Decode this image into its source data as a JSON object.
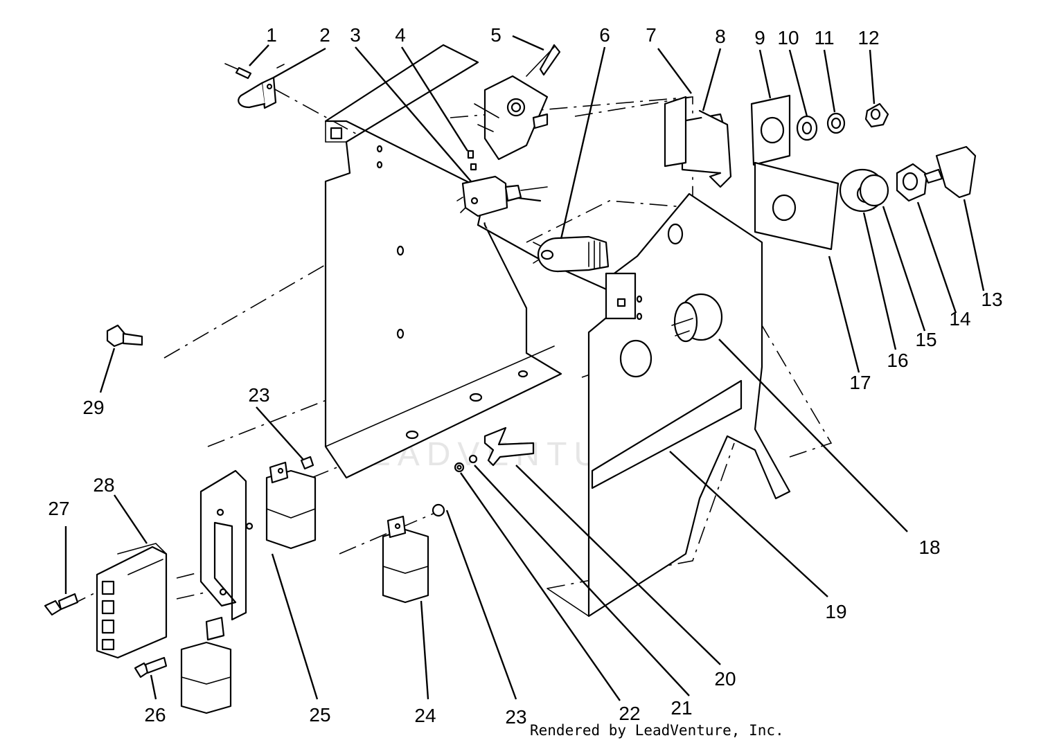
{
  "credit": "Rendered by LeadVenture, Inc.",
  "watermark": {
    "text": "LEADVENTURE",
    "color": "#e6e6e6"
  },
  "callouts": [
    {
      "id": "c1",
      "label": "1"
    },
    {
      "id": "c2",
      "label": "2"
    },
    {
      "id": "c3",
      "label": "3"
    },
    {
      "id": "c4",
      "label": "4"
    },
    {
      "id": "c5",
      "label": "5"
    },
    {
      "id": "c6",
      "label": "6"
    },
    {
      "id": "c7",
      "label": "7"
    },
    {
      "id": "c8",
      "label": "8"
    },
    {
      "id": "c9",
      "label": "9"
    },
    {
      "id": "c10",
      "label": "10"
    },
    {
      "id": "c11",
      "label": "11"
    },
    {
      "id": "c12",
      "label": "12"
    },
    {
      "id": "c13",
      "label": "13"
    },
    {
      "id": "c14",
      "label": "14"
    },
    {
      "id": "c15",
      "label": "15"
    },
    {
      "id": "c16",
      "label": "16"
    },
    {
      "id": "c17",
      "label": "17"
    },
    {
      "id": "c18",
      "label": "18"
    },
    {
      "id": "c19",
      "label": "19"
    },
    {
      "id": "c20",
      "label": "20"
    },
    {
      "id": "c21",
      "label": "21"
    },
    {
      "id": "c22",
      "label": "22"
    },
    {
      "id": "c23a",
      "label": "23"
    },
    {
      "id": "c23b",
      "label": "23"
    },
    {
      "id": "c24",
      "label": "24"
    },
    {
      "id": "c25",
      "label": "25"
    },
    {
      "id": "c26",
      "label": "26"
    },
    {
      "id": "c27",
      "label": "27"
    },
    {
      "id": "c28",
      "label": "28"
    },
    {
      "id": "c29",
      "label": "29"
    }
  ]
}
